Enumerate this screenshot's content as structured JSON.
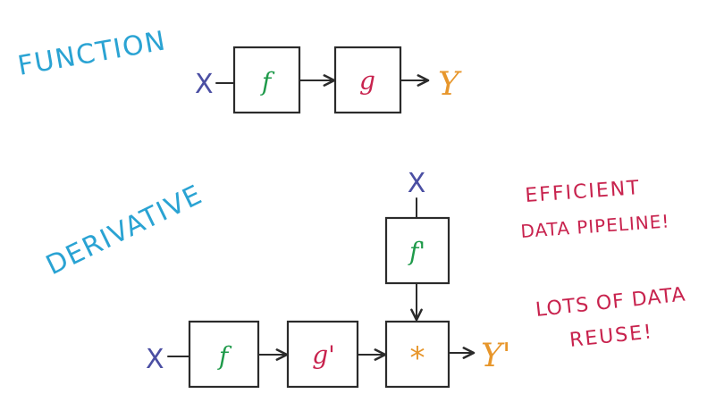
{
  "colors": {
    "heading": "#2aa3d3",
    "variable_x": "#4b4fa3",
    "function_f": "#1f9a4a",
    "function_g": "#c8234e",
    "output_y": "#e7962b",
    "note": "#c8234e",
    "ink": "#2b2b2b"
  },
  "function_section": {
    "heading": "FUNCTION",
    "input": "X",
    "f_label": "f",
    "g_label": "g",
    "output": "Y"
  },
  "derivative_section": {
    "heading": "DERIVATIVE",
    "top_input": "X",
    "f_prime_label": "f'",
    "input": "X",
    "f_label": "f",
    "g_prime_label": "g'",
    "multiply_label": "*",
    "output": "Y'"
  },
  "notes": {
    "note1_line1": "EFFICIENT",
    "note1_line2": "DATA PIPELINE!",
    "note2_line1": "LOTS OF DATA",
    "note2_line2": "REUSE!"
  }
}
